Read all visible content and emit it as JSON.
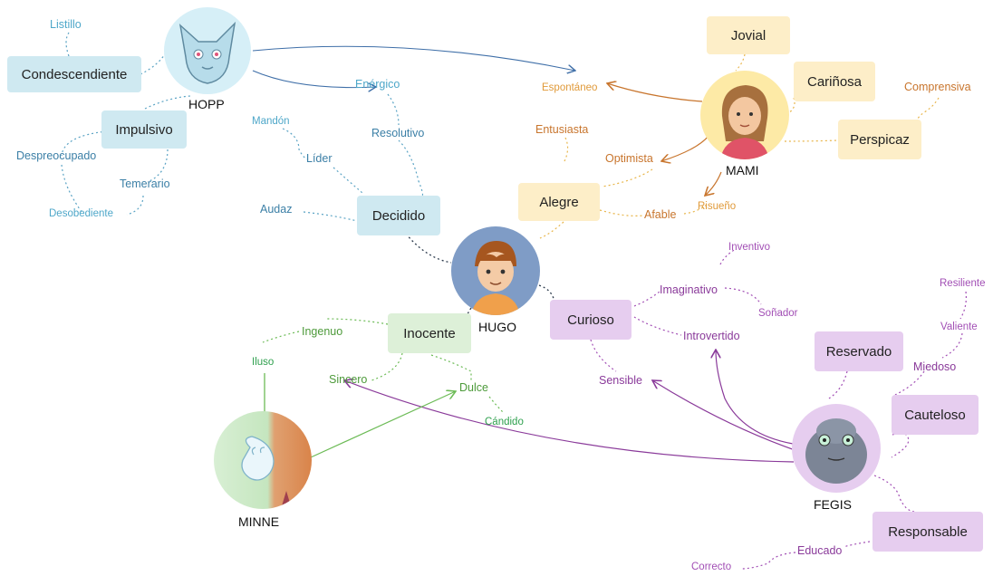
{
  "characters": {
    "hopp": "HOPP",
    "mami": "MAMI",
    "hugo": "HUGO",
    "minne": "MINNE",
    "fegis": "FEGIS"
  },
  "boxes": {
    "condescendiente": "Condescendiente",
    "impulsivo": "Impulsivo",
    "decidido": "Decidido",
    "alegre": "Alegre",
    "jovial": "Jovial",
    "carinosa": "Cariñosa",
    "perspicaz": "Perspicaz",
    "curioso": "Curioso",
    "inocente": "Inocente",
    "reservado": "Reservado",
    "cauteloso": "Cauteloso",
    "responsable": "Responsable"
  },
  "words": {
    "listillo": "Listillo",
    "despreocupado": "Despreocupado",
    "temerario": "Temerario",
    "desobediente": "Desobediente",
    "energico": "Enérgico",
    "resolutivo": "Resolutivo",
    "mandon": "Mandón",
    "lider": "Líder",
    "audaz": "Audaz",
    "espontaneo": "Espontáneo",
    "entusiasta": "Entusiasta",
    "optimista": "Optimista",
    "afable": "Afable",
    "risueno": "Risueño",
    "comprensiva": "Comprensiva",
    "inventivo": "Inventivo",
    "imaginativo": "Imaginativo",
    "sonador": "Soñador",
    "introvertido": "Introvertido",
    "sensible": "Sensible",
    "resiliente": "Resiliente",
    "valiente": "Valiente",
    "miedoso": "Miedoso",
    "educado": "Educado",
    "correcto": "Correcto",
    "ingenuo": "Ingenuo",
    "iluso": "Iluso",
    "sincero": "Sincero",
    "dulce": "Dulce",
    "candido": "Cándido"
  },
  "colors": {
    "hopp_group": "#cfe9f1",
    "mami_group": "#fdeec8",
    "fegis_group": "#e6cdef",
    "minne_group": "#ddf0d8",
    "hugo_ring": "#7f9cc6"
  }
}
